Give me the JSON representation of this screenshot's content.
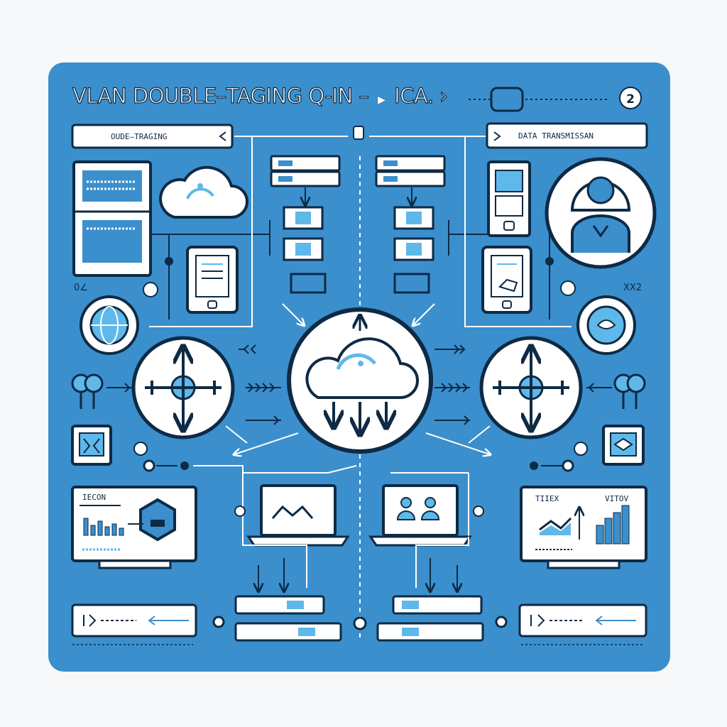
{
  "title": {
    "main": "VLAN DOUBLE–TAGING Q-IN –",
    "tail": "ICA. ›",
    "badge": "2"
  },
  "labels": {
    "left_box": "OUDE–TRAGING",
    "right_box": "DATA TRANSMISSAN",
    "left_side": "0∠",
    "right_side": "XX2",
    "monitor_left": "IECON",
    "monitor_right_a": "TIIEX",
    "monitor_right_b": "VITOV"
  },
  "colors": {
    "panel": "#3b8fcd",
    "ink": "#0e2a44",
    "light": "#ffffff",
    "accent": "#5fb8ea"
  },
  "icons": [
    "cloud-icon",
    "server-icon",
    "switch-icon",
    "router-icon",
    "globe-icon",
    "user-icon",
    "tablet-icon",
    "laptop-icon",
    "monitor-icon",
    "chart-icon",
    "document-icon"
  ]
}
